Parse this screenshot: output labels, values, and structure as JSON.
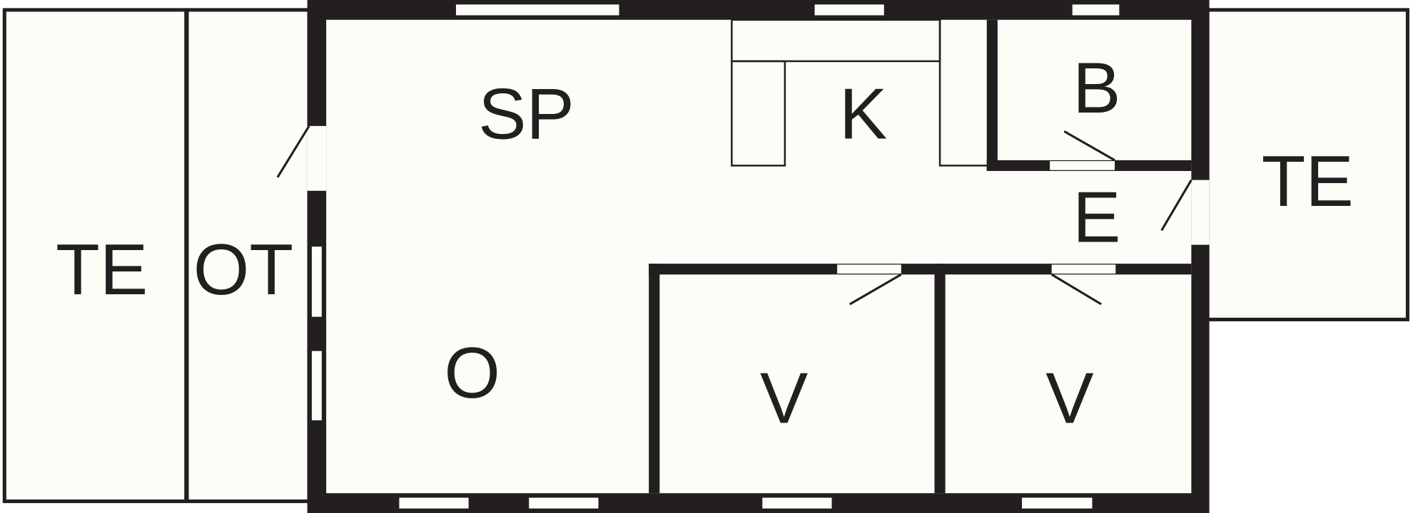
{
  "colors": {
    "wall": "#231f20",
    "floor": "#fdfdf8"
  },
  "rooms": {
    "terrace_left": "TE",
    "covered_terrace": "OT",
    "dining": "SP",
    "kitchen": "K",
    "bathroom": "B",
    "entrance": "E",
    "terrace_right": "TE",
    "living": "O",
    "bedroom_1": "V",
    "bedroom_2": "V"
  }
}
